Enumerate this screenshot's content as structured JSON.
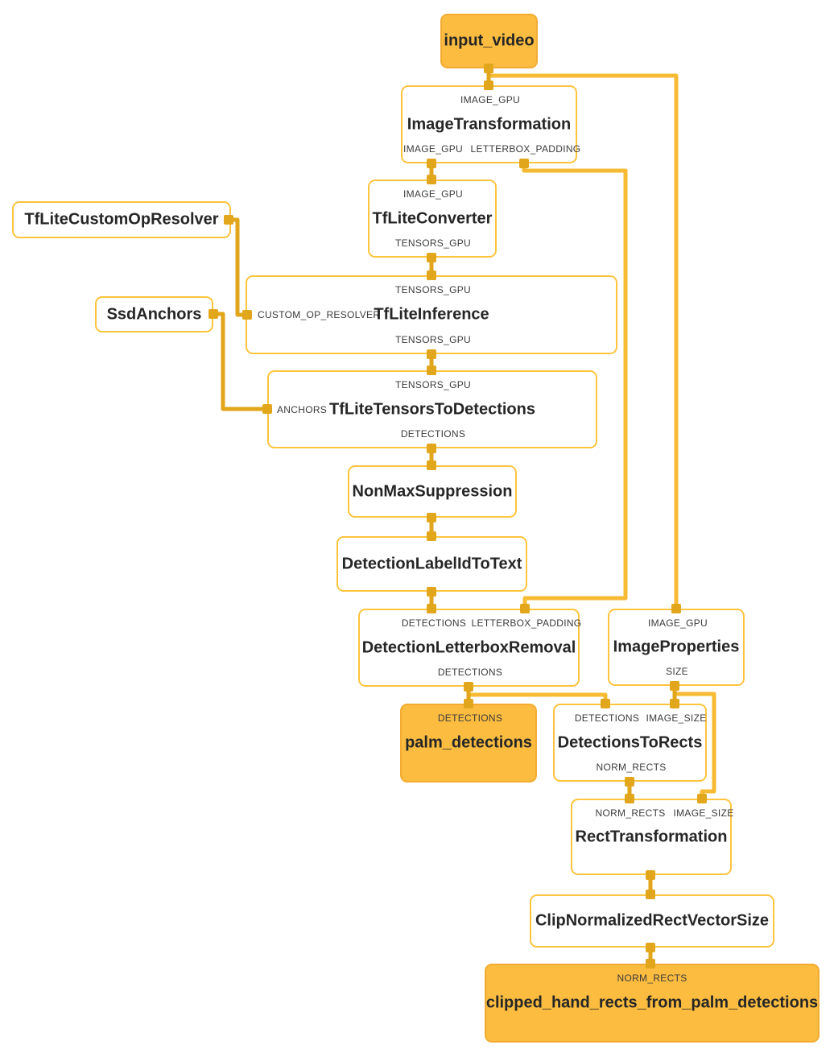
{
  "diagram": {
    "kind": "mediapipe-calculator-graph",
    "colors": {
      "node_border": "#FFC43D",
      "stream_node_fill": "#FBBC40",
      "stream_node_border": "#F3AB33",
      "edge": "#F7BB33",
      "edge_dark": "#E2A61C",
      "port_square": "#E2A61C",
      "title_text": "#262626",
      "port_label_text": "#3B3B3B",
      "background": "#FFFFFF"
    }
  },
  "nodes": {
    "input_video": {
      "title": "input_video"
    },
    "image_transformation": {
      "title": "ImageTransformation",
      "in_top": "IMAGE_GPU",
      "out_image_gpu": "IMAGE_GPU",
      "out_letterbox": "LETTERBOX_PADDING"
    },
    "tflite_converter": {
      "title": "TfLiteConverter",
      "in_top": "IMAGE_GPU",
      "out_bottom": "TENSORS_GPU"
    },
    "tflite_custom_op_resolver": {
      "title": "TfLiteCustomOpResolver"
    },
    "ssd_anchors": {
      "title": "SsdAnchors"
    },
    "tflite_inference": {
      "title": "TfLiteInference",
      "in_top": "TENSORS_GPU",
      "in_left": "CUSTOM_OP_RESOLVER",
      "out_bottom": "TENSORS_GPU"
    },
    "tflite_tensors_to_detections": {
      "title": "TfLiteTensorsToDetections",
      "in_top": "TENSORS_GPU",
      "in_left": "ANCHORS",
      "out_bottom": "DETECTIONS"
    },
    "non_max_suppression": {
      "title": "NonMaxSuppression"
    },
    "detection_label_id_to_text": {
      "title": "DetectionLabelIdToText"
    },
    "detection_letterbox_removal": {
      "title": "DetectionLetterboxRemoval",
      "in_detections": "DETECTIONS",
      "in_letterbox": "LETTERBOX_PADDING",
      "out_bottom": "DETECTIONS"
    },
    "image_properties": {
      "title": "ImageProperties",
      "in_top": "IMAGE_GPU",
      "out_bottom": "SIZE"
    },
    "palm_detections": {
      "title": "palm_detections",
      "in_top": "DETECTIONS"
    },
    "detections_to_rects": {
      "title": "DetectionsToRects",
      "in_detections": "DETECTIONS",
      "in_image_size": "IMAGE_SIZE",
      "out_bottom": "NORM_RECTS"
    },
    "rect_transformation": {
      "title": "RectTransformation",
      "in_norm_rects": "NORM_RECTS",
      "in_image_size": "IMAGE_SIZE"
    },
    "clip_normalized_rect_vector_size": {
      "title": "ClipNormalizedRectVectorSize"
    },
    "clipped_hand_rects": {
      "title": "clipped_hand_rects_from_palm_detections",
      "in_top": "NORM_RECTS"
    }
  }
}
